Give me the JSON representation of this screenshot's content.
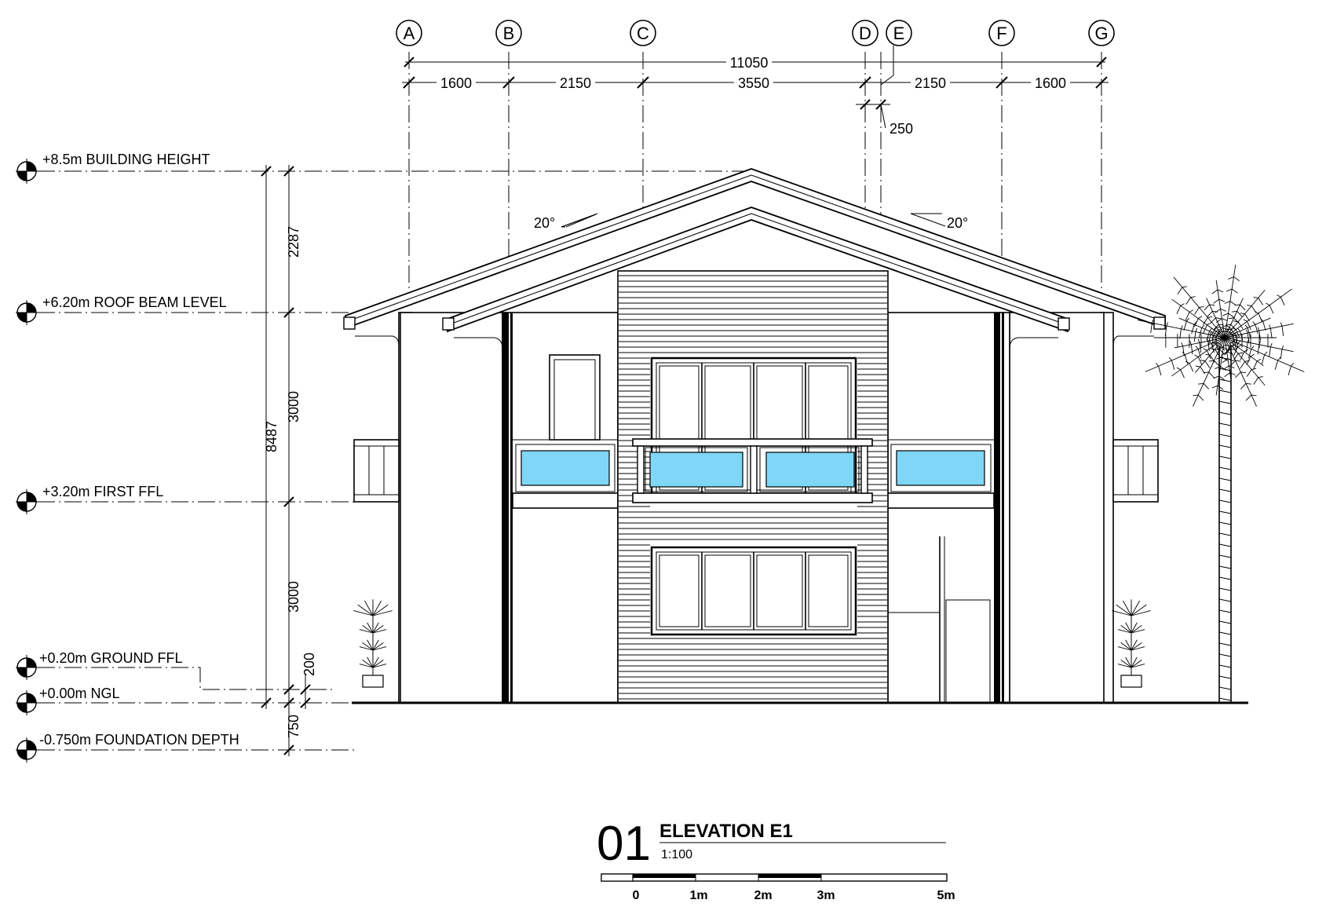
{
  "grid_labels": [
    "A",
    "B",
    "C",
    "D",
    "E",
    "F",
    "G"
  ],
  "dimensions": {
    "overall": "11050",
    "bays": [
      "1600",
      "2150",
      "3550",
      "2150",
      "1600"
    ],
    "offset": "250",
    "vertical": {
      "total": "8487",
      "roof": "2287",
      "upper": "3000",
      "lower": "3000",
      "plinth": "200",
      "footing": "750"
    }
  },
  "levels": [
    "+8.5m BUILDING HEIGHT",
    "+6.20m ROOF BEAM LEVEL",
    "+3.20m FIRST FFL",
    "+0.20m GROUND FFL",
    "+0.00m NGL",
    "-0.750m FOUNDATION DEPTH"
  ],
  "roof_pitch": {
    "left": "20°",
    "right": "20°"
  },
  "title_block": {
    "number": "01",
    "title": "ELEVATION E1",
    "scale": "1:100",
    "scale_bar_labels": [
      "0",
      "1m",
      "2m",
      "3m",
      "5m"
    ]
  },
  "colors": {
    "glass": "#7fd6f7",
    "linework": "#000000"
  }
}
